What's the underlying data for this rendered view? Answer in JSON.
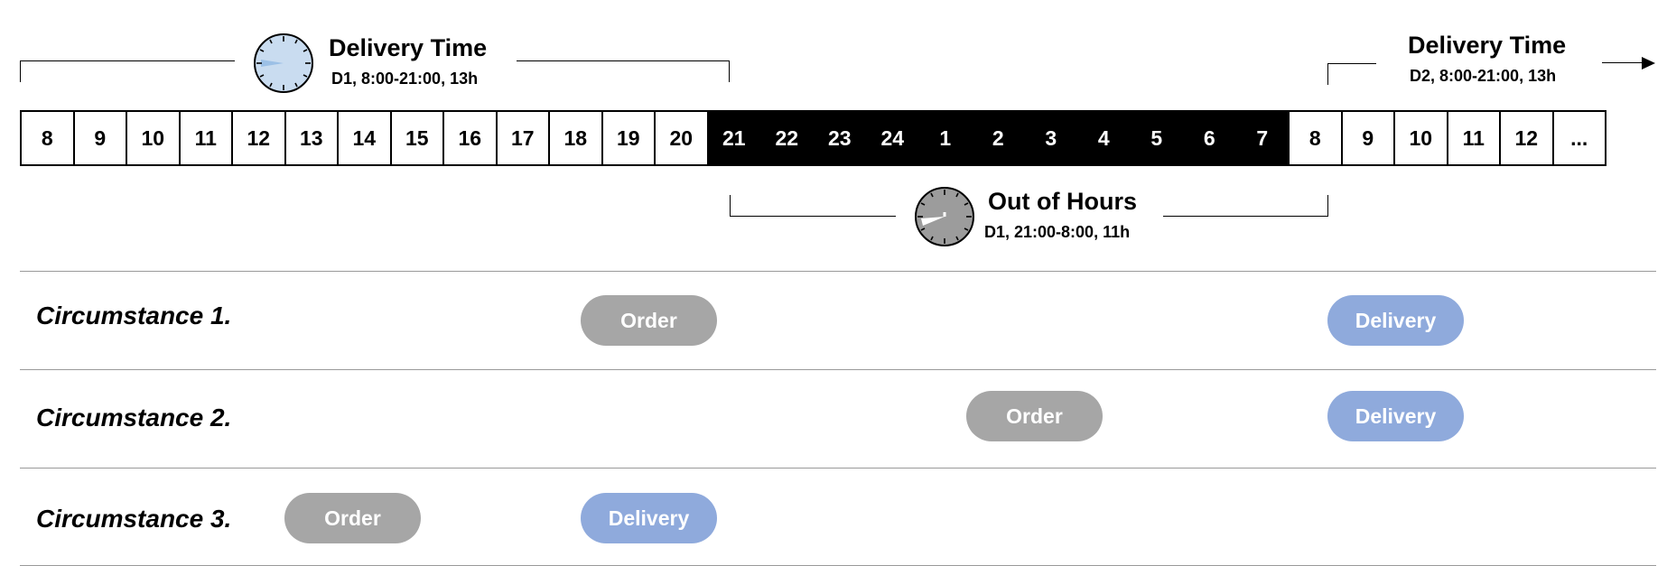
{
  "colors": {
    "night_cell": "#000000",
    "order_pill": "#a6a6a6",
    "delivery_pill": "#8faadc",
    "clock_day": "#c9dcf0",
    "clock_night": "#9c9c9c"
  },
  "top_left": {
    "title": "Delivery Time",
    "subtitle": "D1, 8:00-21:00, 13h",
    "icon": "clock-icon"
  },
  "top_right": {
    "title": "Delivery Time",
    "subtitle": "D2, 8:00-21:00, 13h",
    "icon": "arrow-right-icon"
  },
  "bottom": {
    "title": "Out of Hours",
    "subtitle": "D1, 21:00-8:00, 11h",
    "icon": "clock-icon"
  },
  "hours": [
    {
      "label": "8",
      "night": false
    },
    {
      "label": "9",
      "night": false
    },
    {
      "label": "10",
      "night": false
    },
    {
      "label": "11",
      "night": false
    },
    {
      "label": "12",
      "night": false
    },
    {
      "label": "13",
      "night": false
    },
    {
      "label": "14",
      "night": false
    },
    {
      "label": "15",
      "night": false
    },
    {
      "label": "16",
      "night": false
    },
    {
      "label": "17",
      "night": false
    },
    {
      "label": "18",
      "night": false
    },
    {
      "label": "19",
      "night": false
    },
    {
      "label": "20",
      "night": false
    },
    {
      "label": "21",
      "night": true
    },
    {
      "label": "22",
      "night": true
    },
    {
      "label": "23",
      "night": true
    },
    {
      "label": "24",
      "night": true
    },
    {
      "label": "1",
      "night": true
    },
    {
      "label": "2",
      "night": true
    },
    {
      "label": "3",
      "night": true
    },
    {
      "label": "4",
      "night": true
    },
    {
      "label": "5",
      "night": true
    },
    {
      "label": "6",
      "night": true
    },
    {
      "label": "7",
      "night": true
    },
    {
      "label": "8",
      "night": false
    },
    {
      "label": "9",
      "night": false
    },
    {
      "label": "10",
      "night": false
    },
    {
      "label": "11",
      "night": false
    },
    {
      "label": "12",
      "night": false
    },
    {
      "label": "...",
      "night": false
    }
  ],
  "circumstances": [
    {
      "label": "Circumstance 1.",
      "order": "Order",
      "delivery": "Delivery"
    },
    {
      "label": "Circumstance 2.",
      "order": "Order",
      "delivery": "Delivery"
    },
    {
      "label": "Circumstance 3.",
      "order": "Order",
      "delivery": "Delivery"
    }
  ]
}
